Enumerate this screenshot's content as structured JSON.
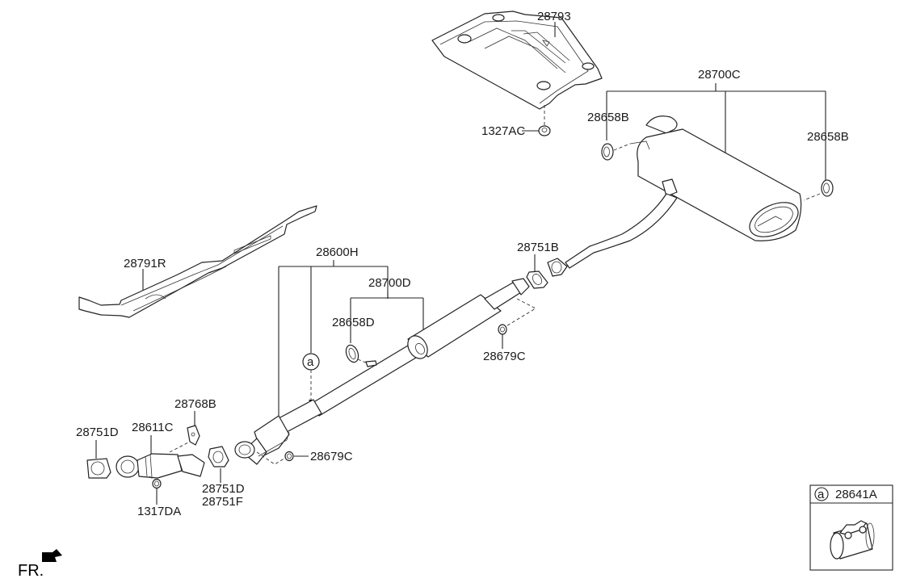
{
  "diagram": {
    "title": "Exhaust system parts diagram",
    "direction_marker": "FR.",
    "labels": {
      "p28793": "28793",
      "p1327AC": "1327AC",
      "p28700C": "28700C",
      "p28658B_left": "28658B",
      "p28658B_right": "28658B",
      "p28791R": "28791R",
      "p28600H": "28600H",
      "p28700D": "28700D",
      "p28658D": "28658D",
      "p28751B": "28751B",
      "p28679C_upper": "28679C",
      "p28679C_lower": "28679C",
      "callout_a": "a",
      "p28768B": "28768B",
      "p28751D_left": "28751D",
      "p28611C": "28611C",
      "p1317DA": "1317DA",
      "p28751D_mid": "28751D",
      "p28751F": "28751F"
    },
    "legend_box": {
      "callout": "a",
      "part_number": "28641A"
    }
  }
}
